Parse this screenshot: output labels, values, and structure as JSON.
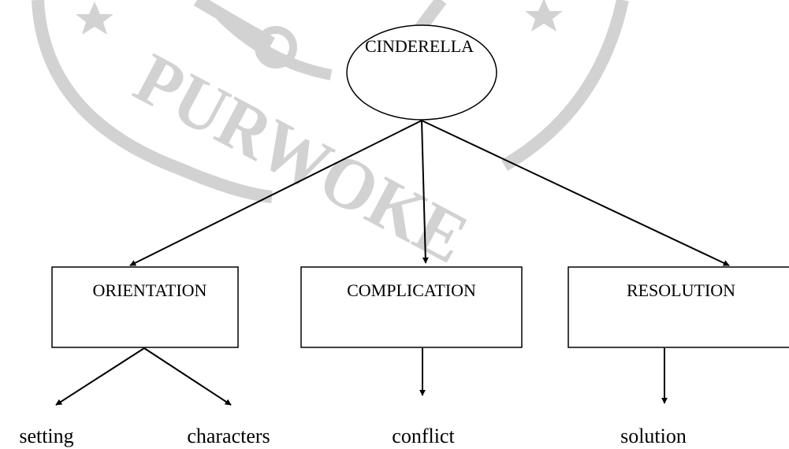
{
  "root": {
    "label": "CINDERELLA"
  },
  "stages": [
    {
      "label": "ORIENTATION"
    },
    {
      "label": "COMPLICATION"
    },
    {
      "label": "RESOLUTION"
    }
  ],
  "details": [
    {
      "label": "setting"
    },
    {
      "label": "characters"
    },
    {
      "label": "conflict"
    },
    {
      "label": "solution"
    }
  ],
  "watermark": {
    "text": "PURWOKE"
  },
  "colors": {
    "ink": "#000000",
    "watermark": "#d2d2d2",
    "background": "#ffffff"
  }
}
